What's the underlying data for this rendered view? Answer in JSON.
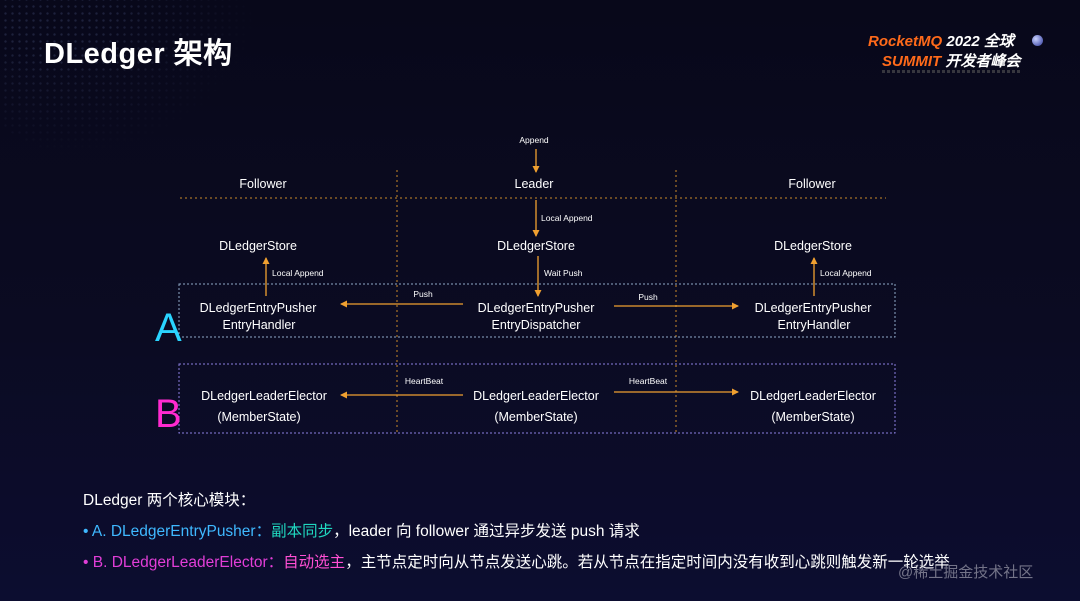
{
  "title": "DLedger 架构",
  "logo": {
    "brand": "RocketMQ",
    "year": "2022 全球",
    "summit": "SUMMIT",
    "event": "开发者峰会"
  },
  "colors": {
    "accent_orange": "#f0a030",
    "label_a": "#2ad4ff",
    "label_b": "#ff2ad0",
    "box_a_border": "#8fa9c8",
    "box_b_border": "#8b7fe0"
  },
  "diagram": {
    "top_input": "Append",
    "columns": [
      "Follower",
      "Leader",
      "Follower"
    ],
    "stores": [
      "DLedgerStore",
      "DLedgerStore",
      "DLedgerStore"
    ],
    "store_arrows": [
      "Local Append",
      "Wait Push",
      "Local Append"
    ],
    "leader_append_label": "Local Append",
    "row_a": {
      "label": "A",
      "nodes": [
        {
          "line1": "DLedgerEntryPusher",
          "line2": "EntryHandler"
        },
        {
          "line1": "DLedgerEntryPusher",
          "line2": "EntryDispatcher"
        },
        {
          "line1": "DLedgerEntryPusher",
          "line2": "EntryHandler"
        }
      ],
      "arrow_label": "Push"
    },
    "row_b": {
      "label": "B",
      "nodes": [
        {
          "line1": "DLedgerLeaderElector",
          "line2": "(MemberState)"
        },
        {
          "line1": "DLedgerLeaderElector",
          "line2": "(MemberState)"
        },
        {
          "line1": "DLedgerLeaderElector",
          "line2": "(MemberState)"
        }
      ],
      "arrow_label": "HeartBeat"
    }
  },
  "text": {
    "intro": "DLedger 两个核心模块：",
    "bullet": "•",
    "a_name": "A. DLedgerEntryPusher：",
    "a_em": "副本同步",
    "a_desc": "，leader 向 follower 通过异步发送 push 请求",
    "b_name": "B. DLedgerLeaderElector：",
    "b_em": "自动选主",
    "b_desc": "，主节点定时向从节点发送心跳。若从节点在指定时间内没有收到心跳则触发新一轮选举"
  },
  "watermark": "@稀土掘金技术社区"
}
